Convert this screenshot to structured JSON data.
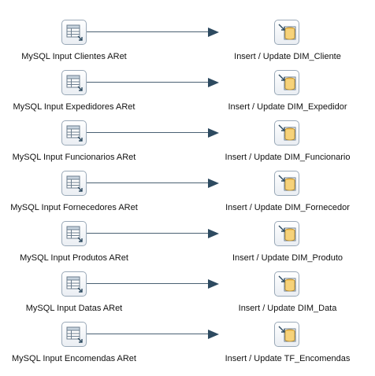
{
  "transforms": [
    {
      "input": "MySQL Input Clientes ARet",
      "output": "Insert / Update DIM_Cliente"
    },
    {
      "input": "MySQL Input Expedidores ARet",
      "output": "Insert / Update DIM_Expedidor"
    },
    {
      "input": "MySQL Input Funcionarios ARet",
      "output": "Insert / Update DIM_Funcionario"
    },
    {
      "input": "MySQL Input Fornecedores ARet",
      "output": "Insert / Update DIM_Fornecedor"
    },
    {
      "input": "MySQL Input Produtos ARet",
      "output": "Insert / Update DIM_Produto"
    },
    {
      "input": "MySQL Input Datas ARet",
      "output": "Insert / Update DIM_Data"
    },
    {
      "input": "MySQL Input Encomendas ARet",
      "output": "Insert / Update TF_Encomendas"
    }
  ],
  "icons": {
    "input_step": "table-input-icon",
    "output_step": "insert-update-icon"
  },
  "colors": {
    "hop": "#2d4a60",
    "node_border": "#9aa9b8"
  }
}
